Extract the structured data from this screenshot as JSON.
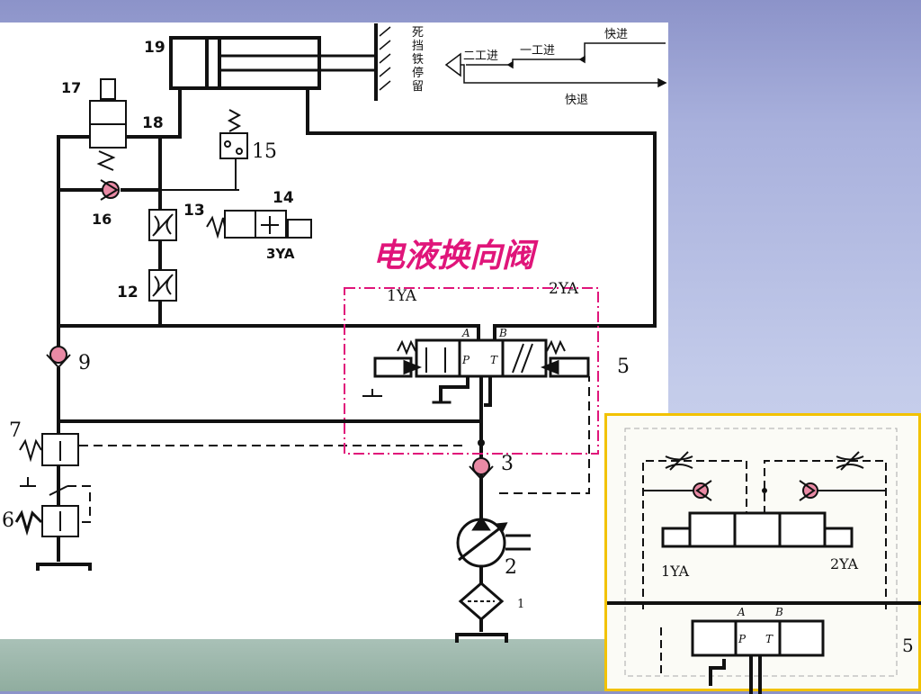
{
  "diagram": {
    "title": "电液换向阀",
    "labels": {
      "c19": "19",
      "c17": "17",
      "c18": "18",
      "c15": "15",
      "c16": "16",
      "c13": "13",
      "c14": "14",
      "c3ya": "3YA",
      "c12": "12",
      "c9": "9",
      "c7": "7",
      "c6": "6",
      "c5": "5",
      "c3": "3",
      "c2": "2",
      "c1": "1",
      "c1ya": "1YA",
      "c2ya": "2YA",
      "pa": "A",
      "pb": "B",
      "pp": "P",
      "pt": "T"
    },
    "cycle": {
      "stop": [
        "死",
        "挡",
        "铁",
        "停",
        "留"
      ],
      "second": "二工进",
      "first": "一工进",
      "fast_fwd": "快进",
      "fast_back": "快退"
    },
    "inset": {
      "l1ya": "1YA",
      "l2ya": "2YA",
      "la": "A",
      "lb": "B",
      "lp": "P",
      "lt": "T",
      "l5": "5"
    },
    "colors": {
      "title": "#e0157a",
      "check_ball": "#e98aa5",
      "dash_box": "#e0157a",
      "inset_border": "#f2c200"
    }
  }
}
